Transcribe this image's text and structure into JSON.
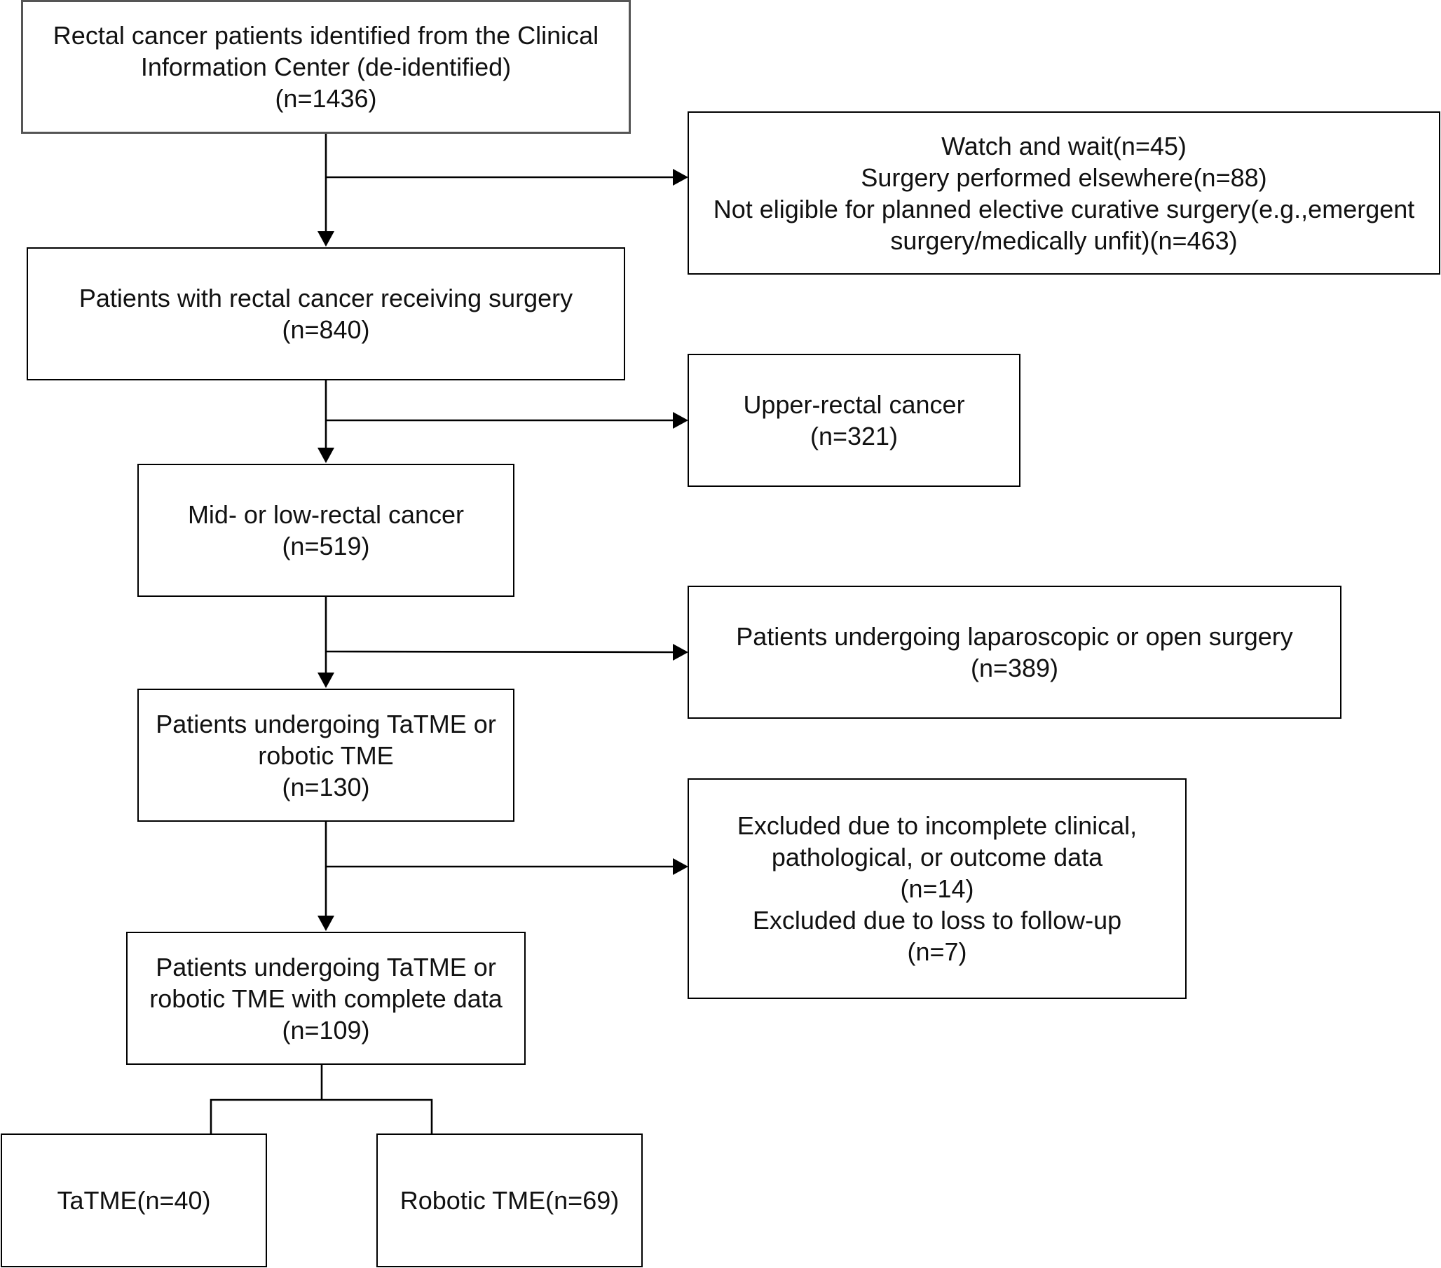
{
  "flowchart": {
    "boxes": {
      "identified": {
        "lines": [
          "Rectal cancer patients identified from the Clinical",
          "Information Center (de-identified)",
          "(n=1436)"
        ]
      },
      "excluded_1": {
        "lines": [
          "Watch and wait(n=45)",
          "Surgery performed elsewhere(n=88)",
          "Not eligible for planned elective curative surgery(e.g.,emergent",
          "surgery/medically unfit)(n=463)"
        ]
      },
      "surgery": {
        "lines": [
          "Patients with rectal cancer receiving surgery",
          "(n=840)"
        ]
      },
      "upper_rectal": {
        "lines": [
          "Upper-rectal cancer",
          "(n=321)"
        ]
      },
      "mid_low": {
        "lines": [
          "Mid- or low-rectal cancer",
          "(n=519)"
        ]
      },
      "lap_open": {
        "lines": [
          "Patients undergoing laparoscopic or open surgery",
          "(n=389)"
        ]
      },
      "tatme_robotic": {
        "lines": [
          "Patients undergoing TaTME or",
          "robotic TME",
          "(n=130)"
        ]
      },
      "excluded_2": {
        "lines": [
          "Excluded due to incomplete clinical,",
          "pathological, or outcome data",
          "(n=14)",
          "Excluded due to loss to follow-up",
          "(n=7)"
        ]
      },
      "complete_data": {
        "lines": [
          "Patients undergoing TaTME or",
          "robotic TME with complete data",
          "(n=109)"
        ]
      },
      "tatme": {
        "lines": [
          "TaTME(n=40)"
        ]
      },
      "robotic": {
        "lines": [
          "Robotic TME(n=69)"
        ]
      }
    }
  }
}
